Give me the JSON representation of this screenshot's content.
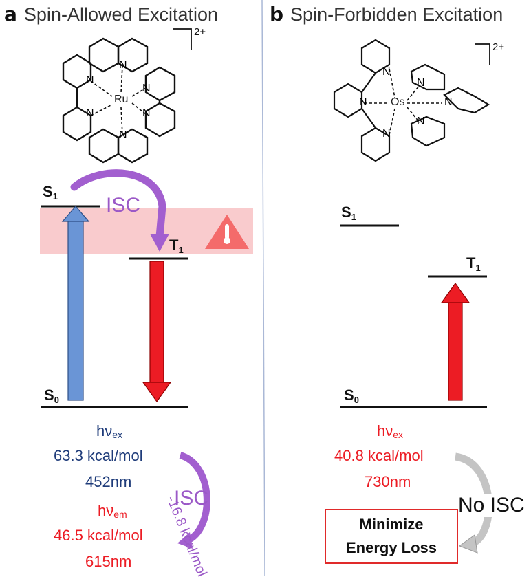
{
  "panel_a": {
    "letter": "a",
    "title": "Spin-Allowed Excitation",
    "charge": "2+",
    "metal": "Ru",
    "ligand_atom": "N",
    "s1": "S",
    "s1_sub": "1",
    "t1": "T",
    "t1_sub": "1",
    "s0": "S",
    "s0_sub": "0",
    "isc": "ISC",
    "hv_ex": "hν",
    "hv_ex_sub": "ex",
    "ex_energy": "63.3 kcal/mol",
    "ex_wavelength": "452nm",
    "hv_em": "hν",
    "hv_em_sub": "em",
    "em_energy": "46.5 kcal/mol",
    "em_wavelength": "615nm",
    "loss_label": "-16.8 kcal/mol",
    "isc_curve": "ISC"
  },
  "panel_b": {
    "letter": "b",
    "title": "Spin-Forbidden Excitation",
    "charge": "2+",
    "metal": "Os",
    "ligand_atom": "N",
    "s1": "S",
    "s1_sub": "1",
    "t1": "T",
    "t1_sub": "1",
    "s0": "S",
    "s0_sub": "0",
    "hv_ex": "hν",
    "hv_ex_sub": "ex",
    "ex_energy": "40.8 kcal/mol",
    "ex_wavelength": "730nm",
    "no_isc": "No ISC",
    "box_line1": "Minimize",
    "box_line2": "Energy Loss"
  },
  "colors": {
    "excitation_blue": "#6a95d6",
    "emission_red": "#ec1c24",
    "isc_purple": "#a25fcf",
    "thermal_band": "#f8c2c4",
    "warning": "#f46b6b",
    "gray_arrow": "#b8b8b8"
  }
}
